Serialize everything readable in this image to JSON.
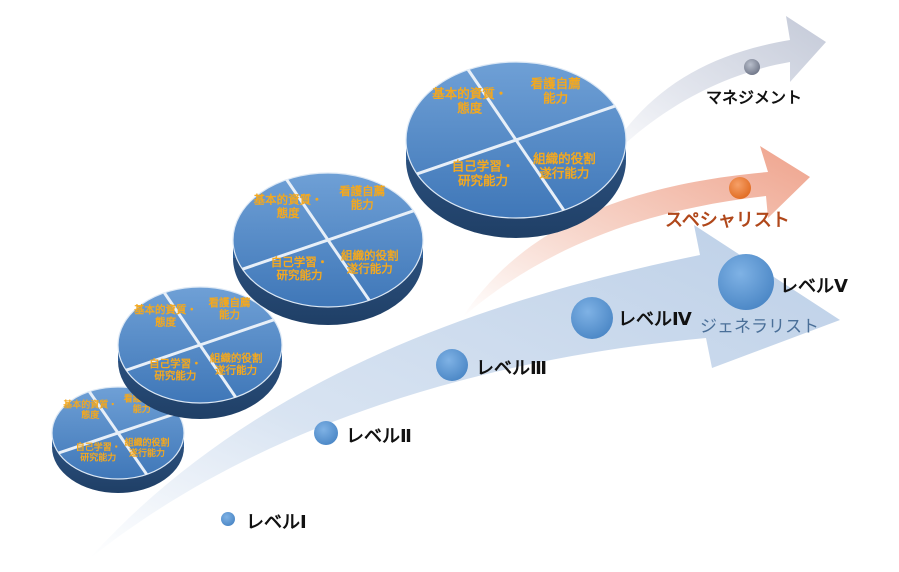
{
  "colors": {
    "generalist_arrow": "#c7d6ea",
    "specialist_arrow": "#f1c2b4",
    "management_arrow": "#d3d7e2",
    "level_dot": "#5b9bd5",
    "disc_top": "#4f86c4",
    "disc_side": "#2f5e96",
    "quadrant_text": "#f3a81f",
    "specialist_text": "#b0471a",
    "specialist_dot": "#ed7d31",
    "generalist_text": "#4a6f98",
    "label_dark": "#111111"
  },
  "disc_labels": {
    "q1": "基本的資質・\n態度",
    "q2": "看護自薦\n能力",
    "q3": "自己学習・\n研究能力",
    "q4": "組織的役割\n遂行能力"
  },
  "levels": [
    {
      "label": "レベルⅠ"
    },
    {
      "label": "レベルⅡ"
    },
    {
      "label": "レベルⅢ"
    },
    {
      "label": "レベルⅣ"
    },
    {
      "label": "レベルⅤ"
    }
  ],
  "career_paths": {
    "management": "マネジメント",
    "specialist": "スペシャリスト",
    "generalist": "ジェネラリスト"
  }
}
